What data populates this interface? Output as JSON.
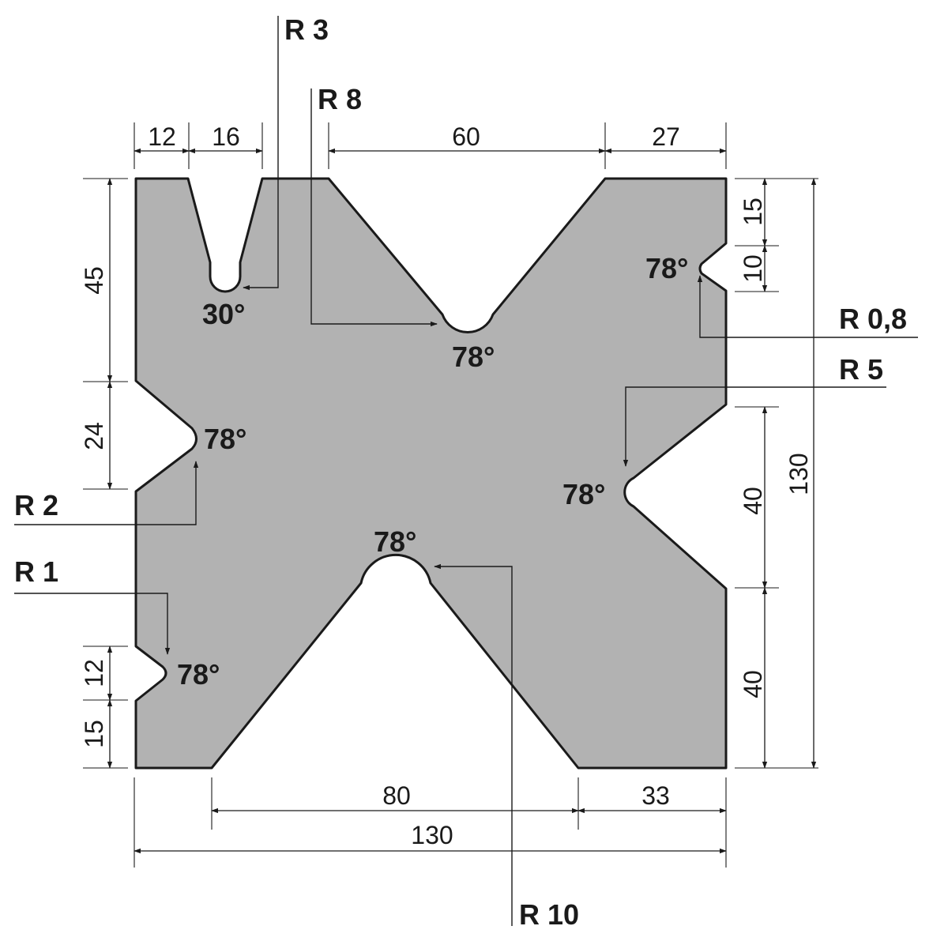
{
  "colors": {
    "profile_fill": "#b2b2b2",
    "outline": "#1a1a1a",
    "background": "#ffffff"
  },
  "dimensions": {
    "top_12": "12",
    "top_16": "16",
    "top_60": "60",
    "top_27": "27",
    "left_45": "45",
    "left_24": "24",
    "left_12": "12",
    "left_15": "15",
    "right_15": "15",
    "right_10": "10",
    "right_40_upper": "40",
    "right_40_lower": "40",
    "right_130": "130",
    "bottom_80": "80",
    "bottom_33": "33",
    "bottom_130": "130"
  },
  "angles": {
    "top_small_v": "30°",
    "top_large_v": "78°",
    "right_small_v": "78°",
    "right_large_v": "78°",
    "left_upper_v": "78°",
    "left_lower_v": "78°",
    "bottom_large_v": "78°"
  },
  "radii": {
    "r3": "R 3",
    "r8": "R 8",
    "r08": "R 0,8",
    "r5": "R 5",
    "r2": "R 2",
    "r1": "R 1",
    "r10": "R 10"
  }
}
